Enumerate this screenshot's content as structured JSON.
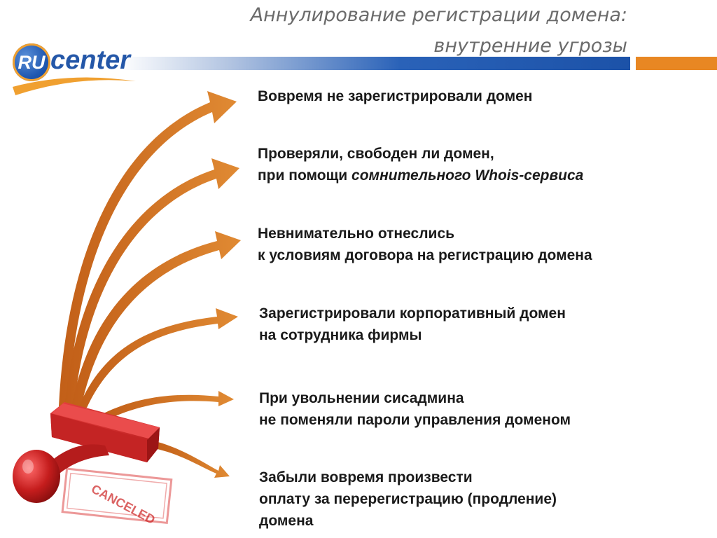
{
  "title": {
    "line1": "Аннулирование регистрации домена:",
    "line2": "внутренние угрозы"
  },
  "logo": {
    "mark_text": "RU",
    "word": "center"
  },
  "colors": {
    "arrow": "#d47521",
    "header_blue": "#1c52a8",
    "header_orange": "#e88723",
    "stamp_red": "#d52a2a",
    "text": "#1a1a1a",
    "title": "#6b6b6b"
  },
  "stamp": {
    "label": "CANCELED"
  },
  "items": [
    {
      "line1": "Вовремя не зарегистрировали домен"
    },
    {
      "line1": "Проверяли, свободен ли домен,",
      "line2_prefix": "при помощи ",
      "line2_italic": "сомнительного Whois-сервиса"
    },
    {
      "line1": "Невнимательно отнеслись",
      "line2": "к условиям договора на регистрацию домена"
    },
    {
      "line1": "Зарегистрировали корпоративный домен",
      "line2": "на сотрудника фирмы"
    },
    {
      "line1": "При увольнении сисадмина",
      "line2": "не поменяли пароли управления доменом"
    },
    {
      "line1": "Забыли вовремя произвести",
      "line2": "оплату за перерегистрацию (продление)",
      "line3": "домена"
    }
  ]
}
